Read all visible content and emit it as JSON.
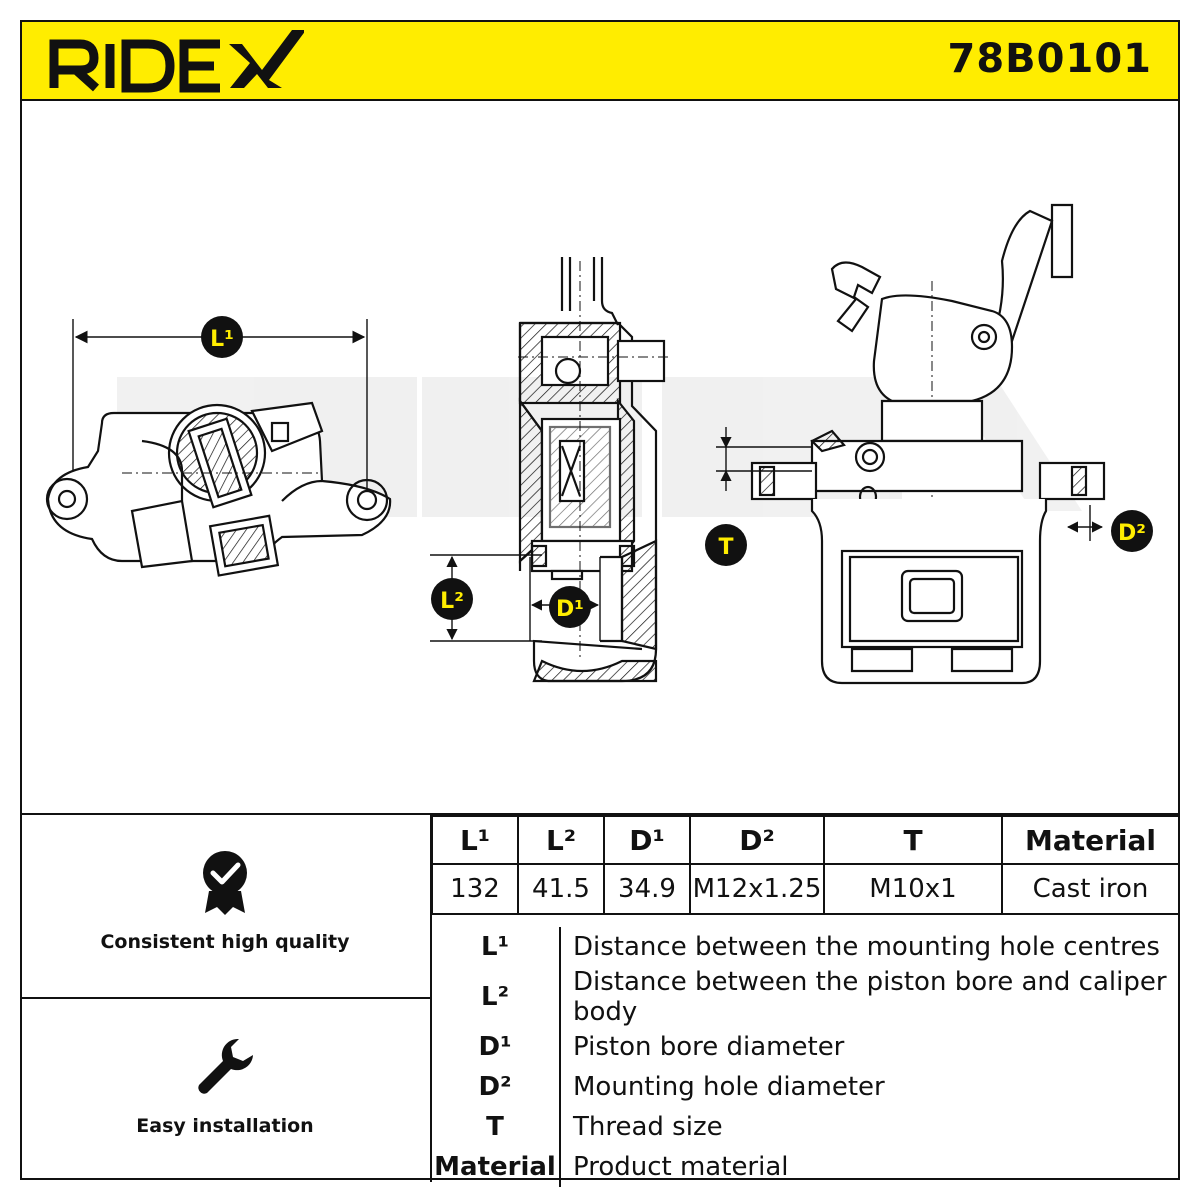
{
  "header": {
    "brand": "RIDEX",
    "part_number": "78B0101",
    "background": "#ffed00"
  },
  "drawing": {
    "watermark": "RIDEX",
    "callouts": {
      "l1": "L¹",
      "l2": "L²",
      "d1": "D¹",
      "d2": "D²",
      "t": "T"
    },
    "callout_fill": "#111111",
    "callout_text_color": "#ffed00"
  },
  "features": [
    {
      "label": "Consistent high quality",
      "icon": "quality-badge-icon"
    },
    {
      "label": "Easy installation",
      "icon": "wrench-icon"
    }
  ],
  "specs": {
    "headers": [
      "L¹",
      "L²",
      "D¹",
      "D²",
      "T",
      "Material"
    ],
    "values": [
      "132",
      "41.5",
      "34.9",
      "M12x1.25",
      "M10x1",
      "Cast iron"
    ]
  },
  "legend": [
    {
      "key": "L¹",
      "desc": "Distance between the mounting hole centres"
    },
    {
      "key": "L²",
      "desc": "Distance between the piston bore and caliper body"
    },
    {
      "key": "D¹",
      "desc": "Piston bore diameter"
    },
    {
      "key": "D²",
      "desc": "Mounting hole diameter"
    },
    {
      "key": "T",
      "desc": "Thread size"
    },
    {
      "key": "Material",
      "desc": "Product material"
    }
  ]
}
